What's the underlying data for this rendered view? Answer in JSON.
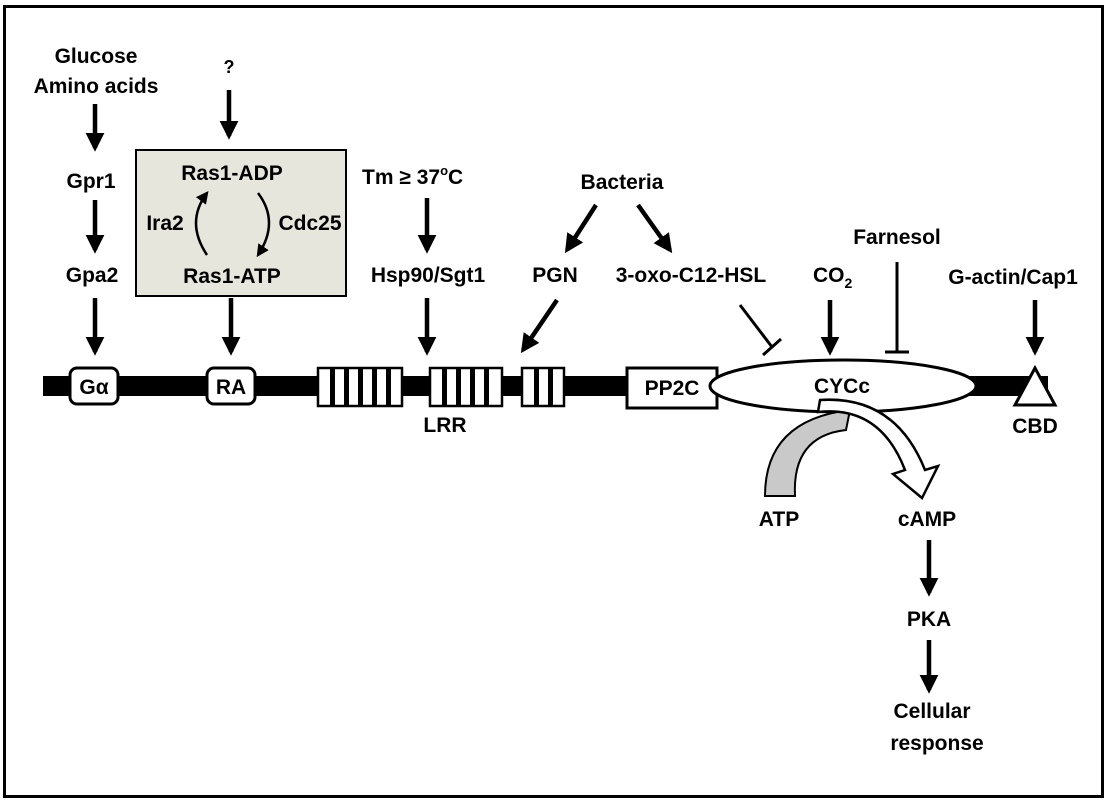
{
  "colors": {
    "ras_box_fill": "#e7e6dc",
    "atp_arc_fill": "#c9c9c9",
    "ink": "#000000"
  },
  "inputs": {
    "glucose": "Glucose",
    "amino_acids": "Amino acids",
    "gpr1": "Gpr1",
    "gpa2": "Gpa2",
    "unknown": "?",
    "ras_adp": "Ras1-ADP",
    "ras_atp": "Ras1-ATP",
    "ira2": "Ira2",
    "cdc25": "Cdc25",
    "temperature_prefix": "Tm ≥ 37",
    "temperature_degree": "o",
    "temperature_unit": "C",
    "hsp90": "Hsp90/Sgt1",
    "bacteria": "Bacteria",
    "pgn": "PGN",
    "hsl": "3-oxo-C12-HSL",
    "co2_base": "CO",
    "co2_sub": "2",
    "farnesol": "Farnesol",
    "gactin": "G-actin/Cap1"
  },
  "domains": {
    "galpha": "Gα",
    "ra": "RA",
    "lrr": "LRR",
    "pp2c": "PP2C",
    "cycc": "CYCc",
    "cbd": "CBD"
  },
  "outputs": {
    "atp": "ATP",
    "camp": "cAMP",
    "pka": "PKA",
    "cellular": "Cellular",
    "response": "response"
  }
}
